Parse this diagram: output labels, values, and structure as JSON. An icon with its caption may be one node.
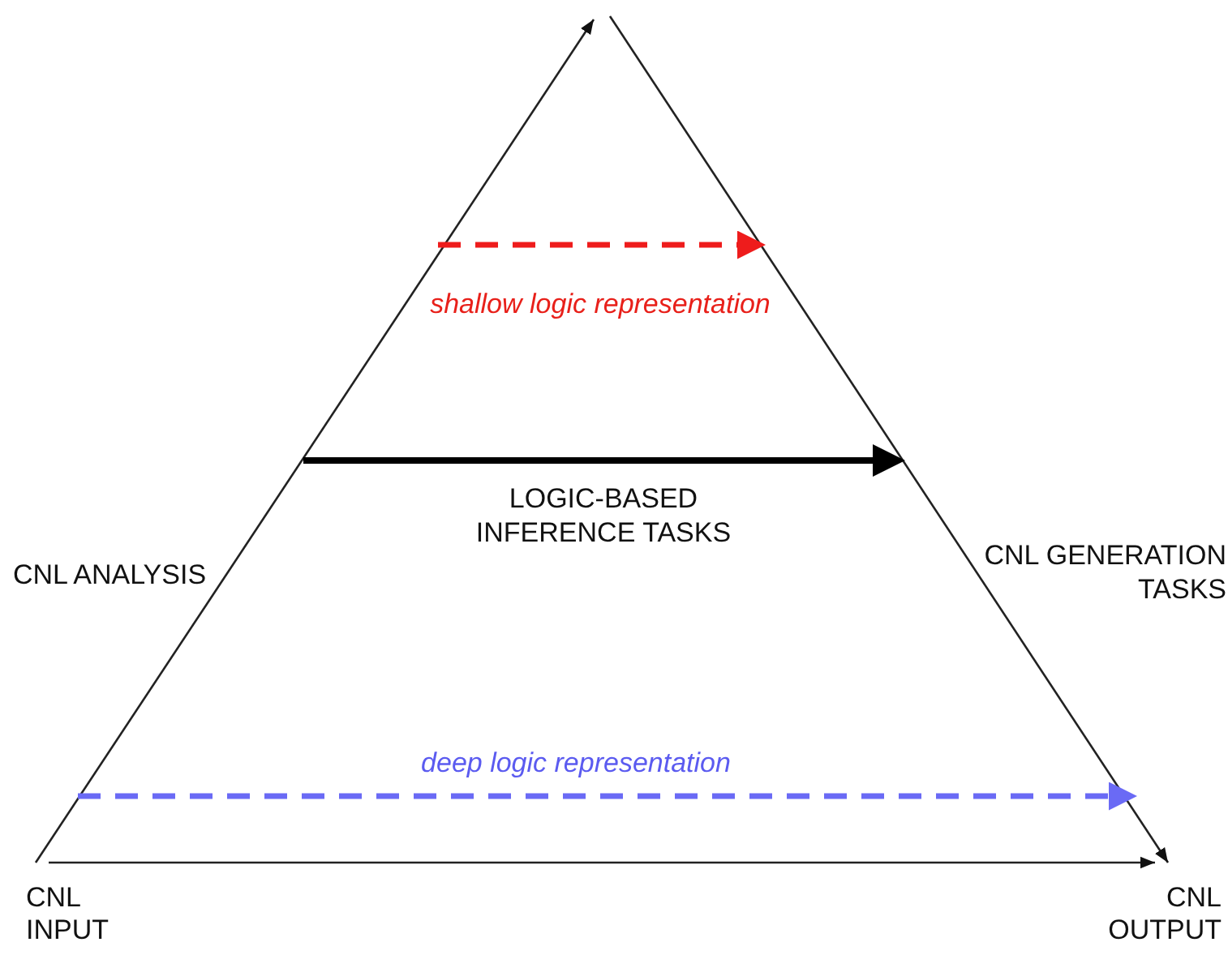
{
  "diagram": {
    "nodes": [
      {
        "text": [
          "CNL INPUT"
        ]
      },
      {
        "text": [
          "CNL OUTPUT"
        ]
      }
    ],
    "edges": [
      {
        "from": 0,
        "to": null,
        "arrow": "to"
      },
      {
        "from": null,
        "to": 1,
        "arrow": "to"
      },
      {
        "from": 0,
        "to": 1,
        "arrow": "to"
      }
    ],
    "labels": [
      "shallow logic representation",
      "LOGIC-BASED INFERENCE TASKS",
      "CNL ANALYSIS",
      "CNL GENERATION TASKS",
      "deep logic representation"
    ]
  }
}
